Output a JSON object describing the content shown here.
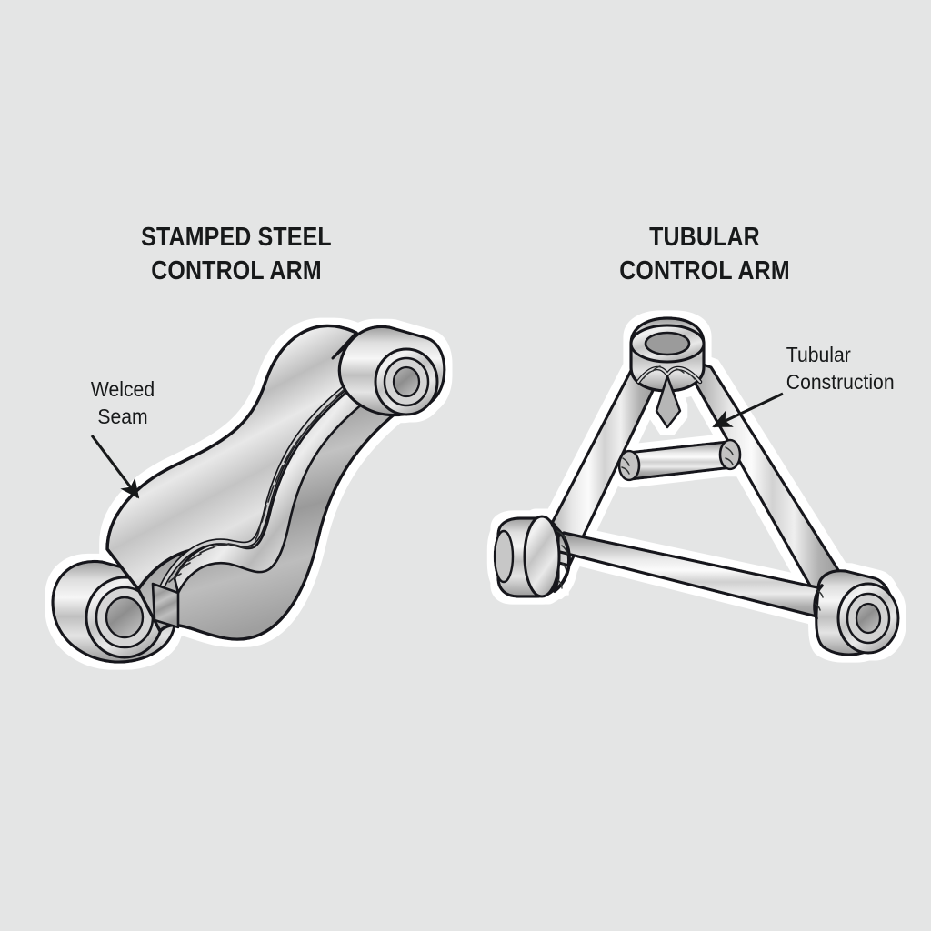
{
  "figure": {
    "background_color": "#e4e5e5",
    "ink_color": "#17191a",
    "halo_color": "#ffffff",
    "metal_light": "#f2f2f2",
    "metal_mid": "#c9c9c9",
    "metal_dark": "#9a9a9a"
  },
  "panels": {
    "left": {
      "title_line1": "STAMPED STEEL",
      "title_line2": "CONTROL ARM",
      "title": "STAMPED STEEL\nCONTROL ARM",
      "part_kind": "stamped-steel-control-arm",
      "callout": {
        "label_line1": "Welced",
        "label_line2": "Seam",
        "label": "Welced\nSeam",
        "points_to": "welded-seam-along-arm-spine"
      }
    },
    "right": {
      "title_line1": "TUBULAR",
      "title_line2": "CONTROL ARM",
      "title": "TUBULAR\nCONTROL ARM",
      "part_kind": "tubular-control-arm",
      "callout": {
        "label_line1": "Tubular",
        "label_line2": "Construction",
        "label": "Tubular\nConstruction",
        "points_to": "right-tube-leg"
      }
    }
  },
  "parts": {
    "stamped_steel_arm": {
      "features": [
        "s-curved-stamped-body",
        "welded-seam",
        "lower-left-bushing-eye",
        "upper-right-bushing-eye",
        "formed-side-flange"
      ]
    },
    "tubular_arm": {
      "features": [
        "apex-ball-joint-sleeve",
        "left-tube-leg",
        "right-tube-leg",
        "cross-brace-tube",
        "left-pivot-bushing",
        "right-pivot-bushing",
        "weld-beads"
      ]
    }
  }
}
